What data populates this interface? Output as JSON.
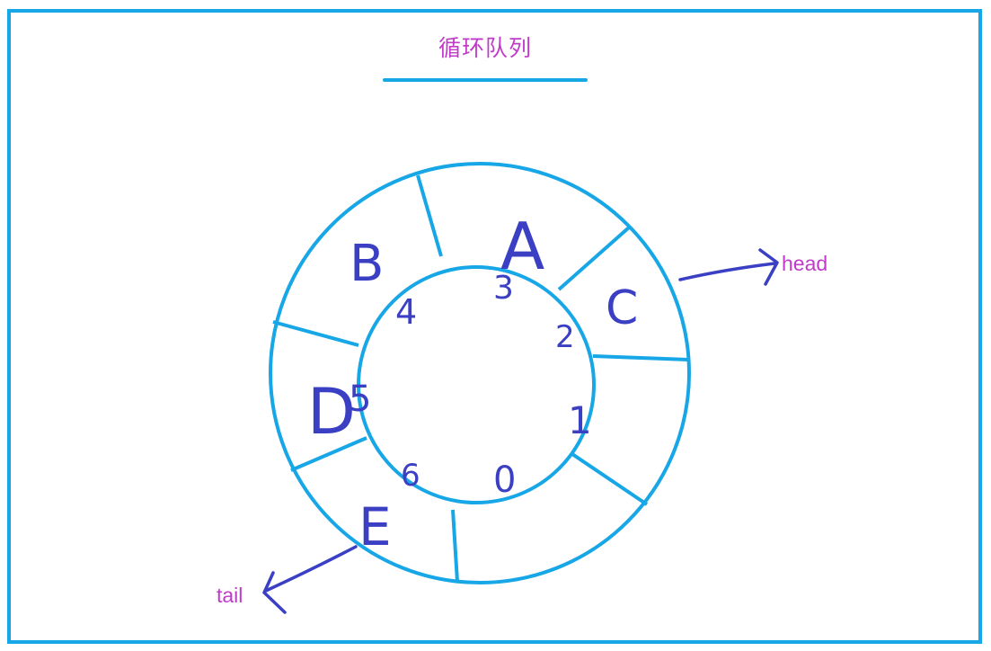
{
  "title": "循环队列",
  "colors": {
    "frame": "#17a6e6",
    "ring": "#17a6e6",
    "ink": "#3a3fc4",
    "label": "#c03cc8"
  },
  "pointers": {
    "head": "head",
    "tail": "tail"
  },
  "slots": [
    {
      "index": "0",
      "value": ""
    },
    {
      "index": "1",
      "value": ""
    },
    {
      "index": "2",
      "value": "C"
    },
    {
      "index": "3",
      "value": "A"
    },
    {
      "index": "4",
      "value": "B"
    },
    {
      "index": "5",
      "value": "D"
    },
    {
      "index": "6",
      "value": "E"
    }
  ]
}
